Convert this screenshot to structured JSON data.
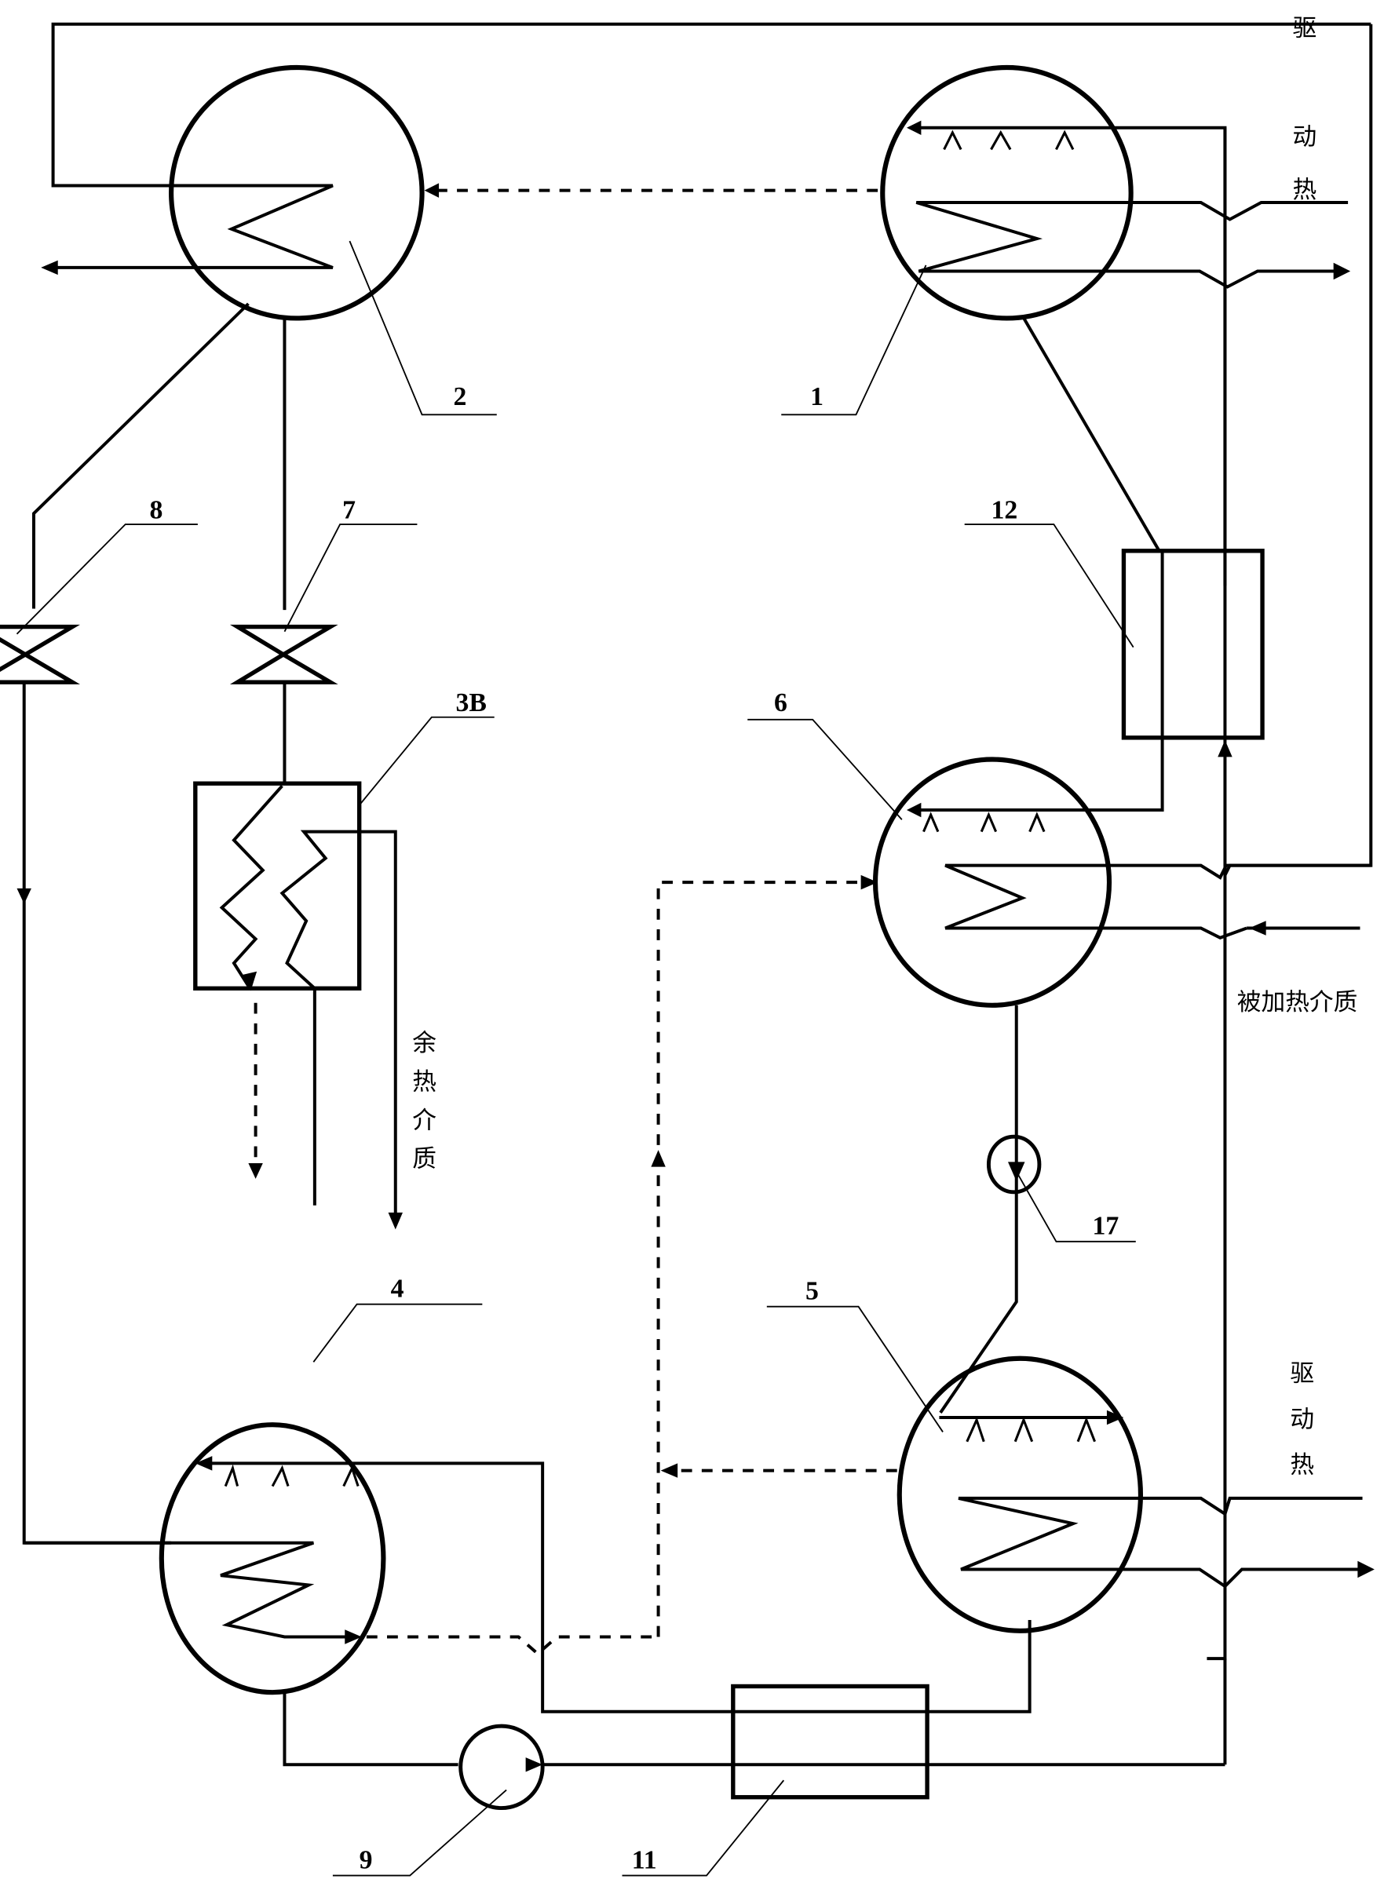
{
  "figure": {
    "type": "schematic process flow diagram",
    "components": [
      {
        "id": "1",
        "label": "1",
        "kind": "generator (spray + heating coil)"
      },
      {
        "id": "2",
        "label": "2",
        "kind": "condenser (coil)"
      },
      {
        "id": "3B",
        "label": "3B",
        "kind": "evaporator heat exchanger (double coil)"
      },
      {
        "id": "4",
        "label": "4",
        "kind": "absorber (spray + coil)"
      },
      {
        "id": "5",
        "label": "5",
        "kind": "generator (spray + heating coil)"
      },
      {
        "id": "6",
        "label": "6",
        "kind": "absorber (spray + coil)"
      },
      {
        "id": "7",
        "label": "7",
        "kind": "throttle valve"
      },
      {
        "id": "8",
        "label": "8",
        "kind": "throttle valve"
      },
      {
        "id": "9",
        "label": "9",
        "kind": "solution pump"
      },
      {
        "id": "11",
        "label": "11",
        "kind": "solution heat exchanger"
      },
      {
        "id": "12",
        "label": "12",
        "kind": "solution heat exchanger"
      },
      {
        "id": "17",
        "label": "17",
        "kind": "solution pump"
      }
    ],
    "texts": {
      "driving_heat_top": [
        "驱",
        "动",
        "热"
      ],
      "driving_heat_bottom": [
        "驱",
        "动",
        "热"
      ],
      "waste_heat_medium": [
        "余",
        "热",
        "介",
        "质"
      ],
      "heated_medium": "被加热介质"
    },
    "line_legend": {
      "solid": "liquid / medium pipe",
      "dashed": "refrigerant vapor flow"
    }
  }
}
